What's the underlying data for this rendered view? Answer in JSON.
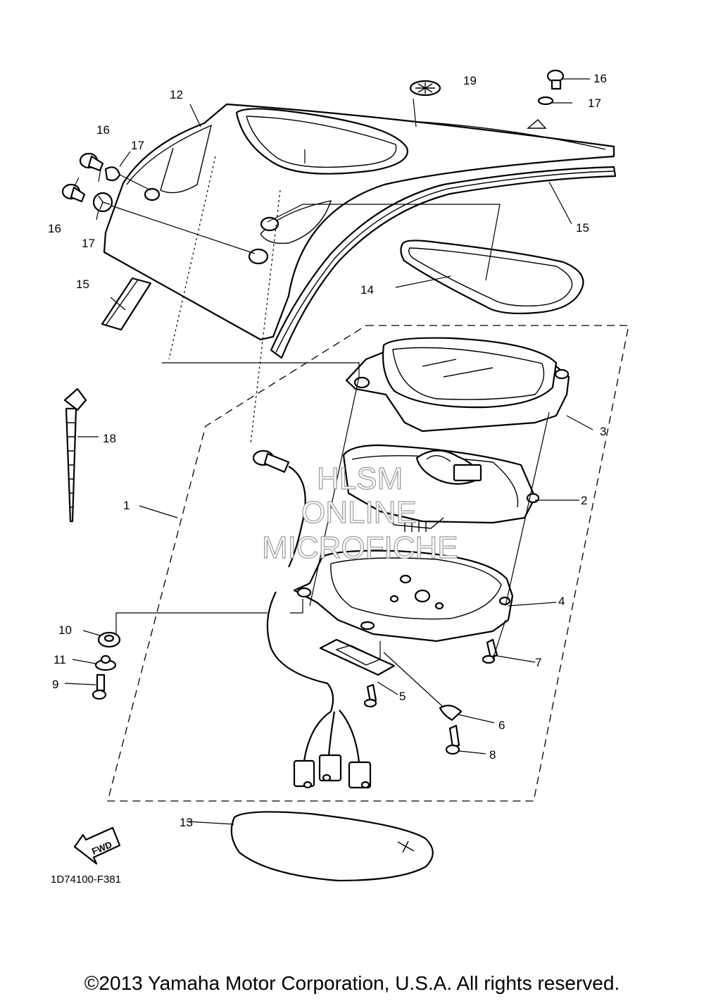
{
  "callouts": [
    "1",
    "2",
    "3",
    "4",
    "5",
    "6",
    "7",
    "8",
    "9",
    "10",
    "11",
    "12",
    "13",
    "14",
    "15",
    "16",
    "17",
    "18",
    "19"
  ],
  "fwd_label": "FWD",
  "watermark": [
    "HLSM",
    "ONLINE",
    "MICROFICHE"
  ],
  "diagram_code": "1D74100-F381",
  "copyright": "©2013 Yamaha Motor Corporation, U.S.A. All rights reserved."
}
